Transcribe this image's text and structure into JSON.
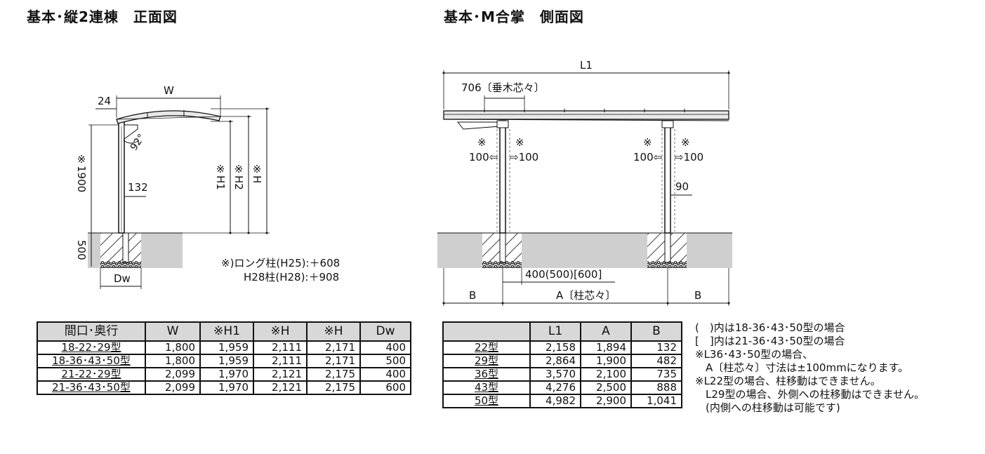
{
  "front": {
    "title": "基本･縦2連棟　正面図",
    "w": "W",
    "dim24": "24",
    "angle": "92°",
    "dim1900": "※1900",
    "dim132": "132",
    "h1": "※H1",
    "h2": "※H2",
    "h": "※H",
    "dim500": "500",
    "dw": "Dw",
    "note1": "※)ロング柱(H25):＋608",
    "note2": "H28柱(H28):＋908"
  },
  "side": {
    "title": "基本･M合掌　側面図",
    "l1": "L1",
    "dim706": "706〔垂木芯々〕",
    "kome": "※",
    "d100l": "100⇦",
    "d100r": "⇨100",
    "dim90": "90",
    "dim400": "400(500)[600]",
    "a": "A〔柱芯々〕",
    "b": "B"
  },
  "table1": {
    "headers": [
      "間口･奥行",
      "W",
      "※H1",
      "※H",
      "※H",
      "Dw"
    ],
    "rows": [
      [
        "18-22･29型",
        "1,800",
        "1,959",
        "2,111",
        "2,171",
        "400"
      ],
      [
        "18-36･43･50型",
        "1,800",
        "1,959",
        "2,111",
        "2,171",
        "500"
      ],
      [
        "21-22･29型",
        "2,099",
        "1,970",
        "2,121",
        "2,175",
        "400"
      ],
      [
        "21-36･43･50型",
        "2,099",
        "1,970",
        "2,121",
        "2,175",
        "600"
      ]
    ]
  },
  "table2": {
    "headers": [
      "",
      "L1",
      "A",
      "B"
    ],
    "rows": [
      [
        "22型",
        "2,158",
        "1,894",
        "132"
      ],
      [
        "29型",
        "2,864",
        "1,900",
        "482"
      ],
      [
        "36型",
        "3,570",
        "2,100",
        "735"
      ],
      [
        "43型",
        "4,276",
        "2,500",
        "888"
      ],
      [
        "50型",
        "4,982",
        "2,900",
        "1,041"
      ]
    ]
  },
  "notes": [
    "(　)内は18-36･43･50型の場合",
    "[　]内は21-36･43･50型の場合",
    "※L36･43･50型の場合、",
    "　A〔柱芯々〕寸法は±100mmになります。",
    "※L22型の場合、柱移動はできません。",
    "　L29型の場合、外側への柱移動はできません。",
    "　(内側への柱移動は可能です)"
  ]
}
